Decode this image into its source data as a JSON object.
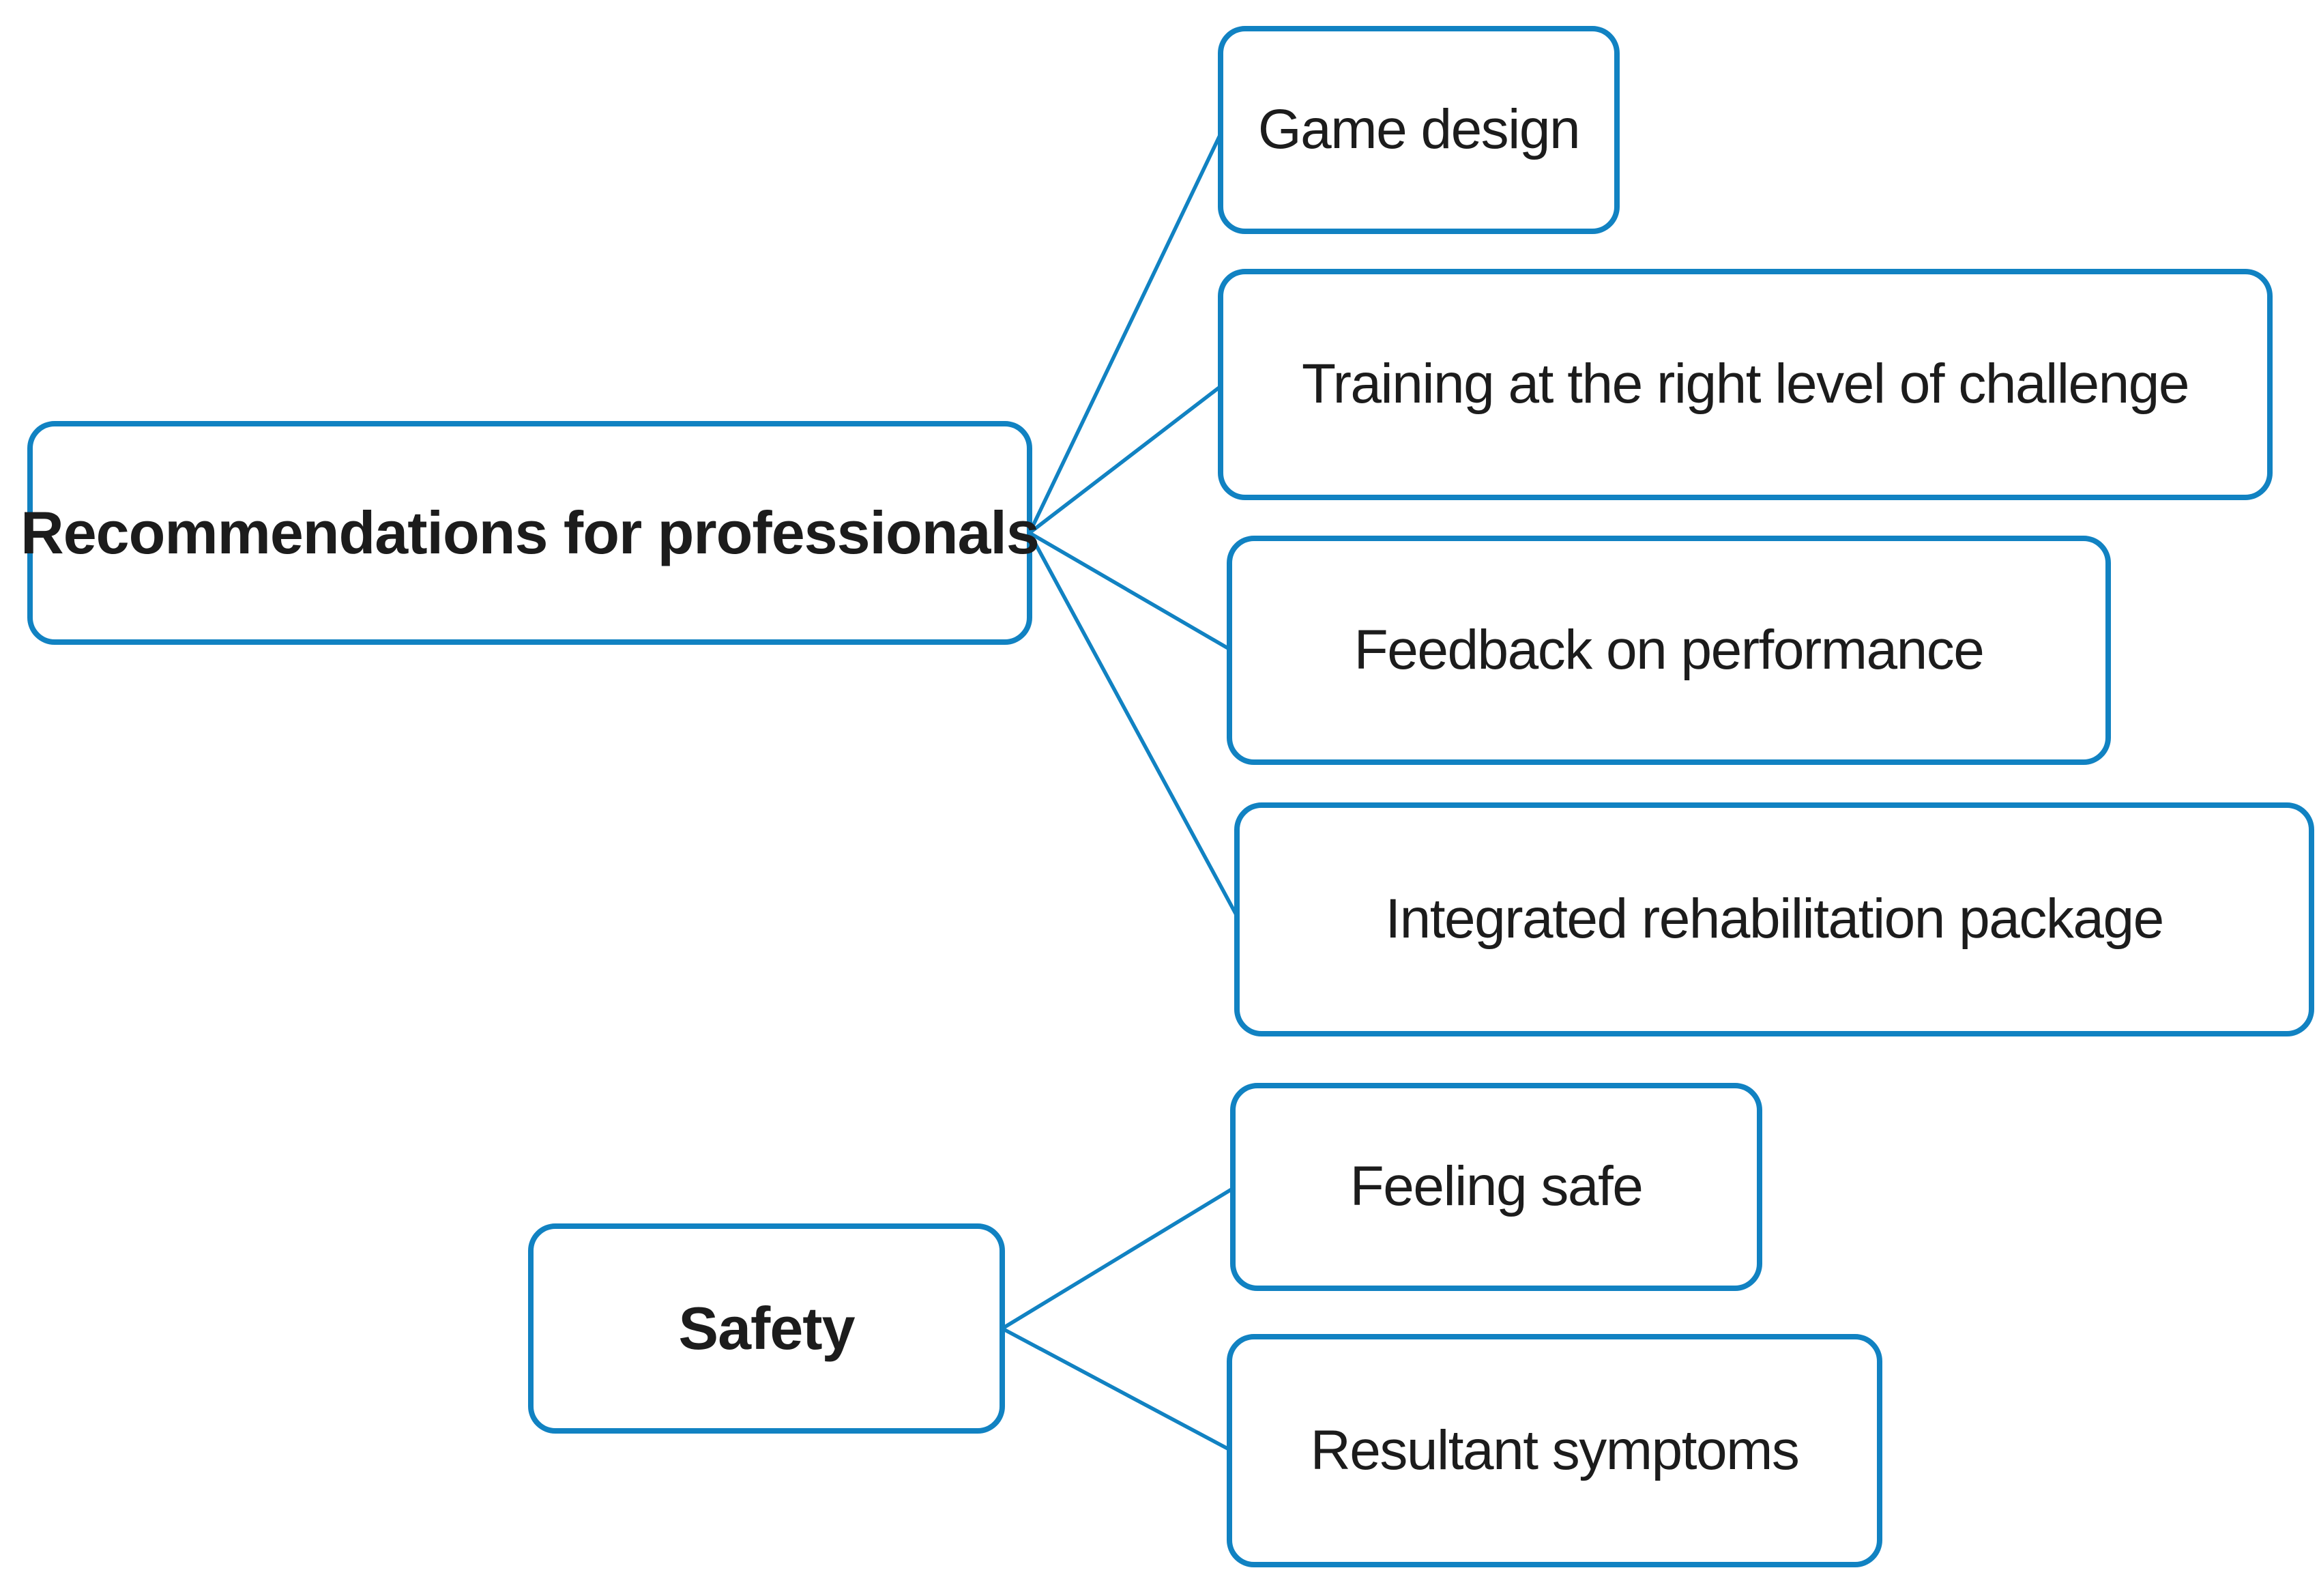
{
  "figure": {
    "type": "hierarchy-diagram",
    "background_color": "#ffffff",
    "accent_color": "#1182c2",
    "text_color": "#1c1c1c",
    "nodes": {
      "recommendations": {
        "label": "Recommendations for professionals",
        "emphasis": "bold",
        "level": "parent"
      },
      "game_design": {
        "label": "Game design",
        "emphasis": "regular",
        "level": "child"
      },
      "training": {
        "label": "Training at the right level of challenge",
        "emphasis": "regular",
        "level": "child"
      },
      "feedback": {
        "label": "Feedback on performance",
        "emphasis": "regular",
        "level": "child"
      },
      "integrated": {
        "label": "Integrated rehabilitation package",
        "emphasis": "regular",
        "level": "child"
      },
      "safety": {
        "label": "Safety",
        "emphasis": "bold",
        "level": "parent"
      },
      "feeling_safe": {
        "label": "Feeling safe",
        "emphasis": "regular",
        "level": "child"
      },
      "resultant_symptoms": {
        "label": "Resultant symptoms",
        "emphasis": "regular",
        "level": "child"
      }
    },
    "connections": [
      {
        "from": "recommendations",
        "to": "game_design"
      },
      {
        "from": "recommendations",
        "to": "training"
      },
      {
        "from": "recommendations",
        "to": "feedback"
      },
      {
        "from": "recommendations",
        "to": "integrated"
      },
      {
        "from": "safety",
        "to": "feeling_safe"
      },
      {
        "from": "safety",
        "to": "resultant_symptoms"
      }
    ]
  }
}
